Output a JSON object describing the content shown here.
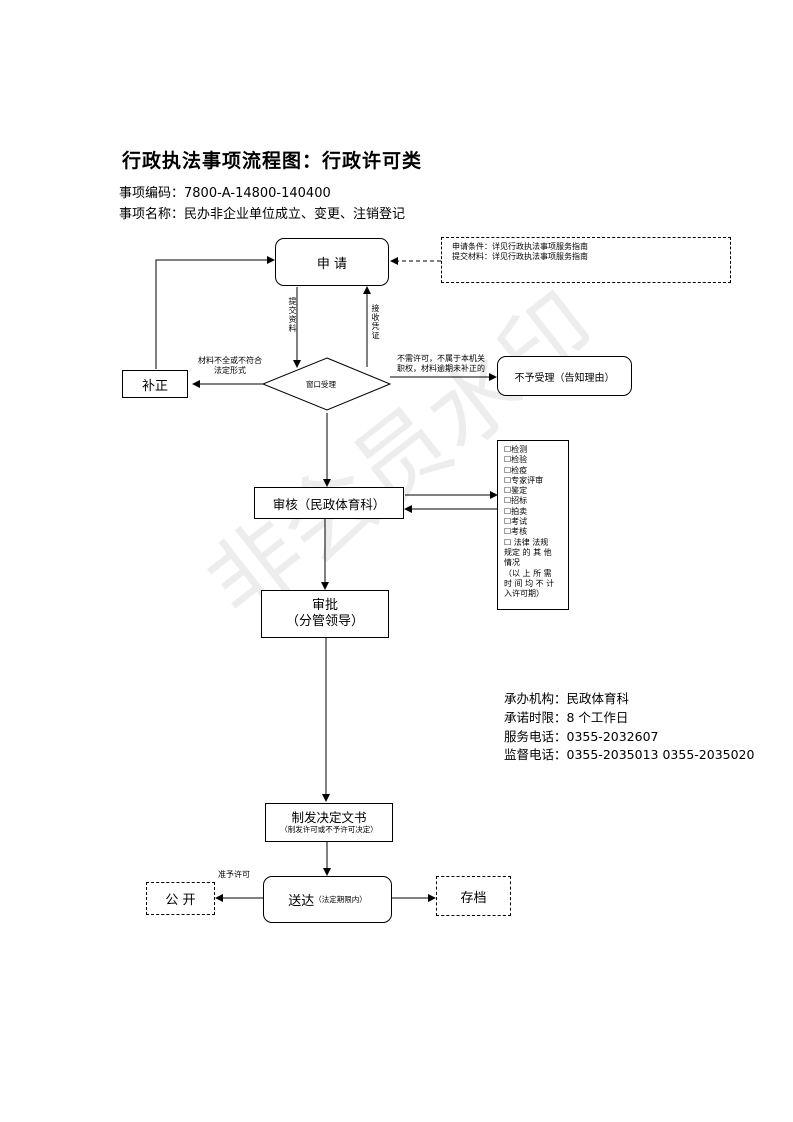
{
  "title": "行政执法事项流程图：行政许可类",
  "item_code": "事项编码：7800-A-14800-140400",
  "item_name": "事项名称：民办非企业单位成立、变更、注销登记",
  "nodes": {
    "apply": "申 请",
    "apply_notes": [
      "申请条件：详见行政执法事项服务指南",
      "提交材料：详见行政执法事项服务指南"
    ],
    "window_accept": "窗口受理",
    "supplement": "补正",
    "not_accept": "不予受理（告知理由）",
    "review": "审核（民政体育科）",
    "approve_line1": "审批",
    "approve_line2": "（分管领导）",
    "issue_line1": "制发决定文书",
    "issue_line2": "（制发许可或不予许可决定）",
    "deliver_main": "送达",
    "deliver_sub": "（法定期限内）",
    "publish": "公 开",
    "archive": "存档"
  },
  "edge_labels": {
    "submit_materials": "提交资料",
    "issue_receipt": "接收凭证",
    "incomplete_line1": "材料不全或不符合",
    "incomplete_line2": "法定形式",
    "reject_line1": "不需许可，不属于本机关",
    "reject_line2": "职权，材料逾期未补正的",
    "grant_permit": "准予许可"
  },
  "checklist": [
    "☐检测",
    "☐检验",
    "☐检疫",
    "☐专家评审",
    "☐鉴定",
    "☐招标",
    "☐拍卖",
    "☐考试",
    "☐考核",
    "☐ 法律 法规",
    "规定 的 其 他",
    "情况",
    "（以 上 所 需",
    "时 间 均 不 计",
    "入许可期）"
  ],
  "info": [
    "承办机构：民政体育科",
    "承诺时限：8 个工作日",
    "服务电话：0355-2032607",
    "监督电话：0355-2035013   0355-2035020"
  ],
  "watermark": "非会员水印"
}
